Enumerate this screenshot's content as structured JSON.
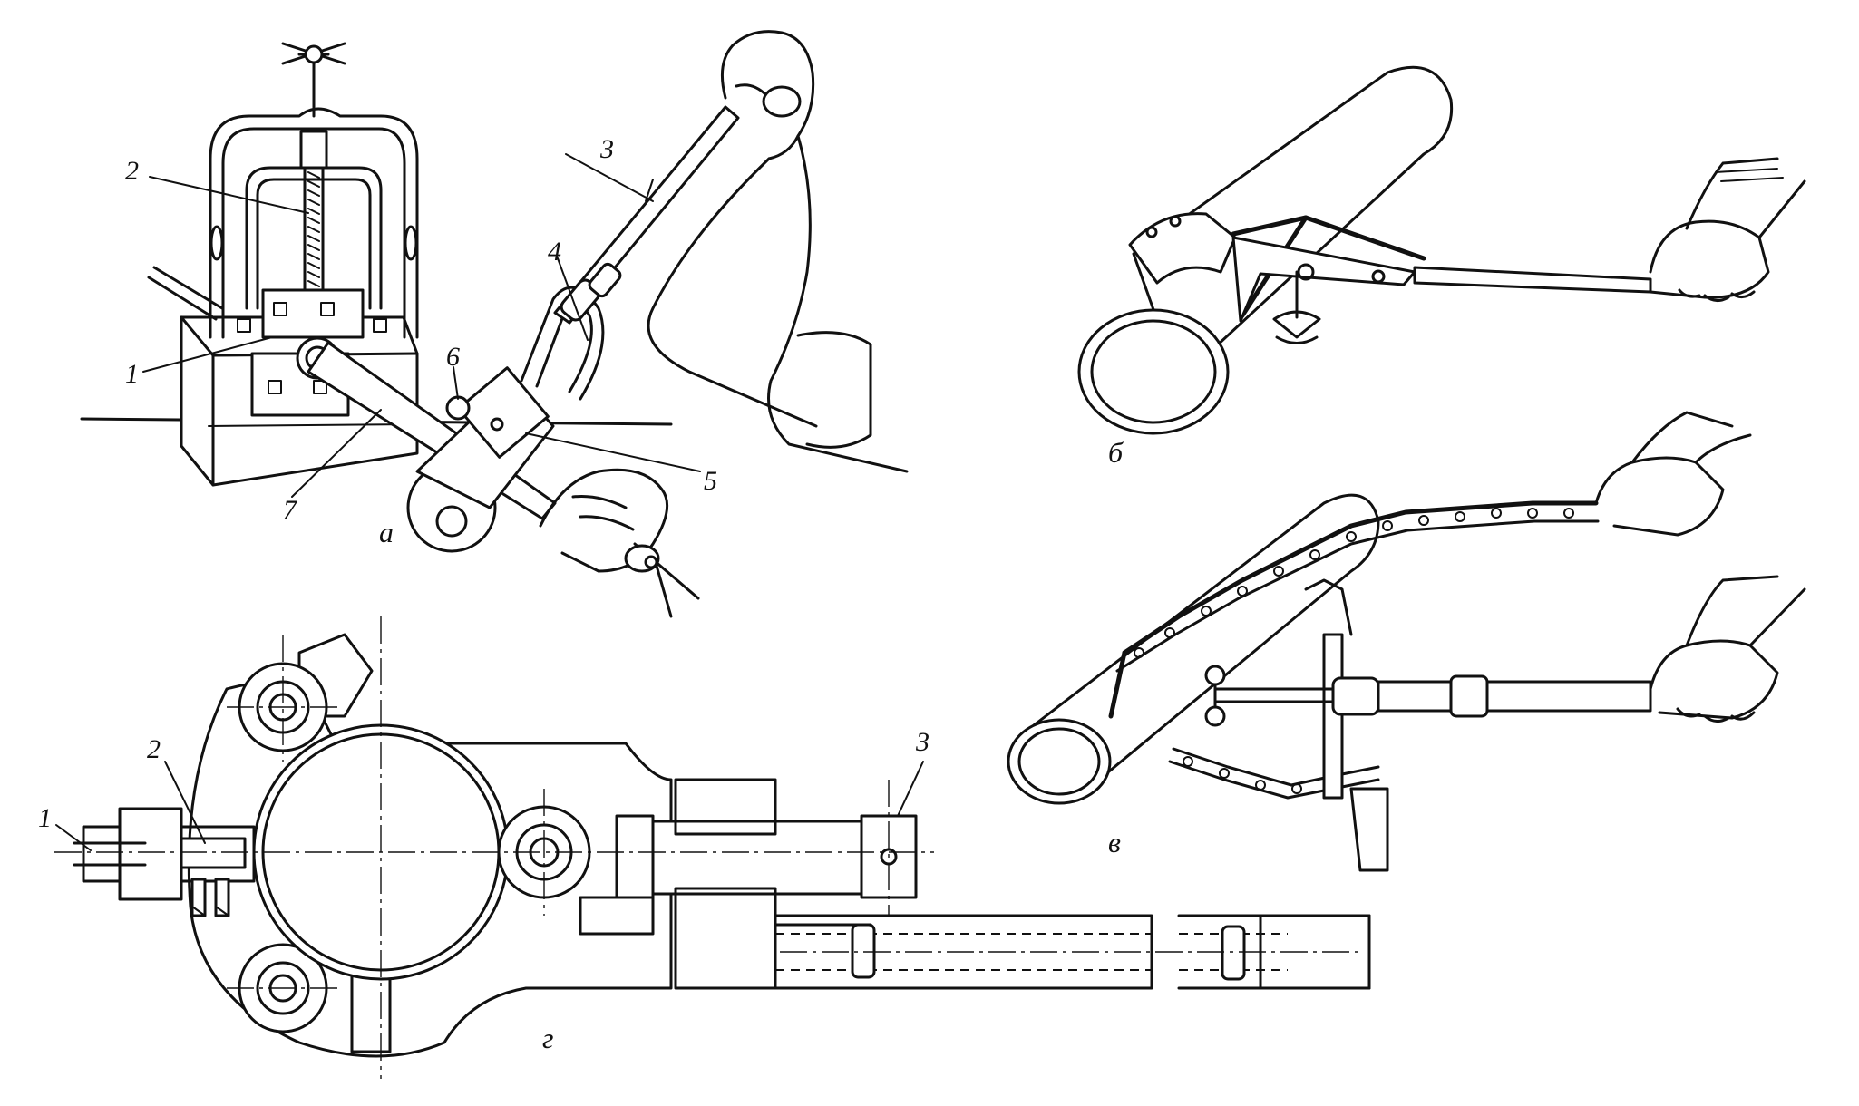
{
  "panels": {
    "a": {
      "caption": "а",
      "labels": [
        "1",
        "2",
        "3",
        "4",
        "5",
        "6",
        "7"
      ]
    },
    "b": {
      "caption": "б"
    },
    "v": {
      "caption": "в"
    },
    "g": {
      "caption": "г",
      "labels": [
        "1",
        "2",
        "3"
      ]
    }
  }
}
